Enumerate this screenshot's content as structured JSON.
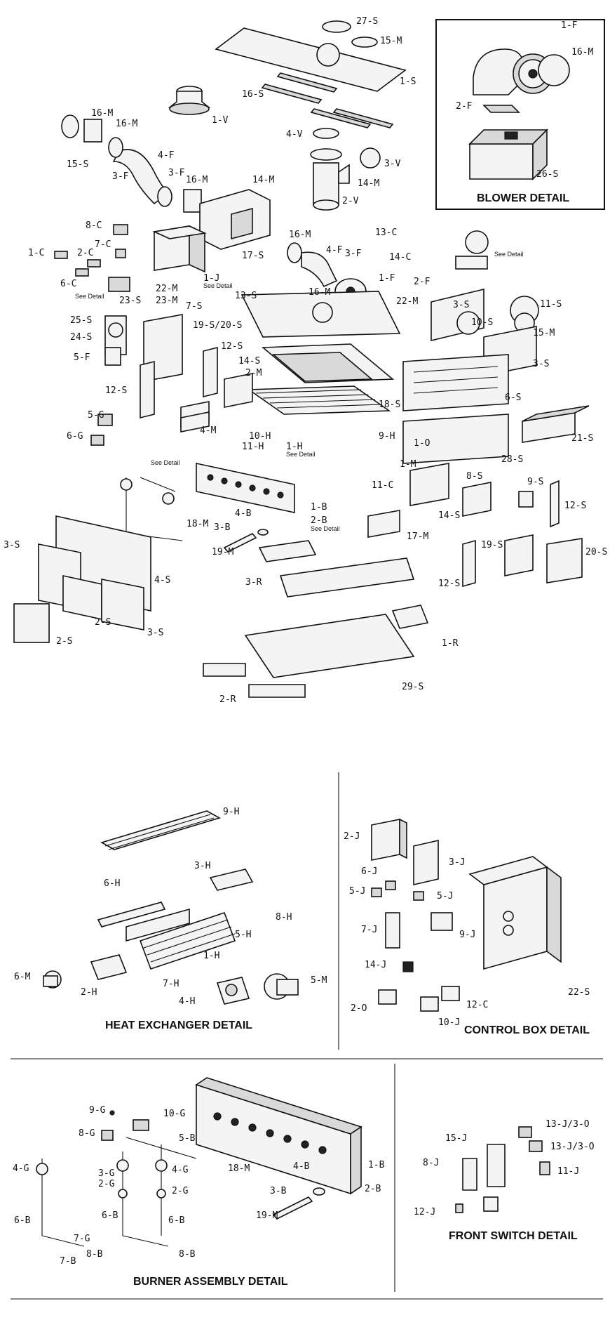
{
  "titles": {
    "blower": "BLOWER DETAIL",
    "heat_exchanger": "HEAT EXCHANGER DETAIL",
    "control_box": "CONTROL BOX DETAIL",
    "burner": "BURNER ASSEMBLY DETAIL",
    "front_switch": "FRONT SWITCH DETAIL"
  },
  "see_detail": "See Detail",
  "labels_main": [
    "27-S",
    "15-M",
    "1-S",
    "16-S",
    "1-V",
    "16-M",
    "16-M",
    "15-S",
    "3-F",
    "4-F",
    "3-F",
    "16-M",
    "4-V",
    "3-V",
    "14-M",
    "2-V",
    "14-M",
    "17-S",
    "8-C",
    "7-C",
    "2-C",
    "1-C",
    "6-C",
    "23-S",
    "1-J",
    "13-C",
    "14-C",
    "16-M",
    "4-F",
    "3-F",
    "16-M",
    "1-F",
    "2-F",
    "22-M",
    "23-M",
    "7-S",
    "25-S",
    "24-S",
    "5-F",
    "13-S",
    "22-M",
    "3-S",
    "11-S",
    "10-S",
    "15-M",
    "19-S/20-S",
    "12-S",
    "14-S",
    "2-M",
    "3-S",
    "12-S",
    "18-S",
    "6-S",
    "21-S",
    "10-H",
    "11-H",
    "1-H",
    "9-H",
    "4-M",
    "5-G",
    "6-G",
    "28-S",
    "1-O",
    "1-M",
    "11-C",
    "8-S",
    "9-S",
    "12-S",
    "1-B",
    "2-B",
    "4-B",
    "3-B",
    "18-M",
    "19-M",
    "14-S",
    "17-M",
    "19-S",
    "20-S",
    "12-S",
    "3-S",
    "4-S",
    "3-R",
    "2-S",
    "3-S",
    "2-S",
    "1-R",
    "29-S",
    "2-R"
  ],
  "labels_blower": [
    "1-F",
    "16-M",
    "2-F",
    "26-S"
  ],
  "labels_heat": [
    "9-H",
    "3-H",
    "6-H",
    "8-H",
    "5-H",
    "1-H",
    "6-M",
    "2-H",
    "7-H",
    "4-H",
    "5-M"
  ],
  "labels_control": [
    "2-J",
    "3-J",
    "6-J",
    "5-J",
    "5-J",
    "9-J",
    "7-J",
    "14-J",
    "22-S",
    "2-O",
    "10-J",
    "12-C"
  ],
  "labels_burner": [
    "9-G",
    "10-G",
    "8-G",
    "5-B",
    "4-G",
    "3-G",
    "2-G",
    "4-G",
    "2-G",
    "1-B",
    "2-B",
    "18-M",
    "3-B",
    "4-B",
    "19-M",
    "6-B",
    "6-B",
    "6-B",
    "7-G",
    "8-B",
    "7-B",
    "8-B"
  ],
  "labels_switch": [
    "13-J/3-O",
    "15-J",
    "13-J/3-O",
    "8-J",
    "11-J",
    "12-J"
  ]
}
